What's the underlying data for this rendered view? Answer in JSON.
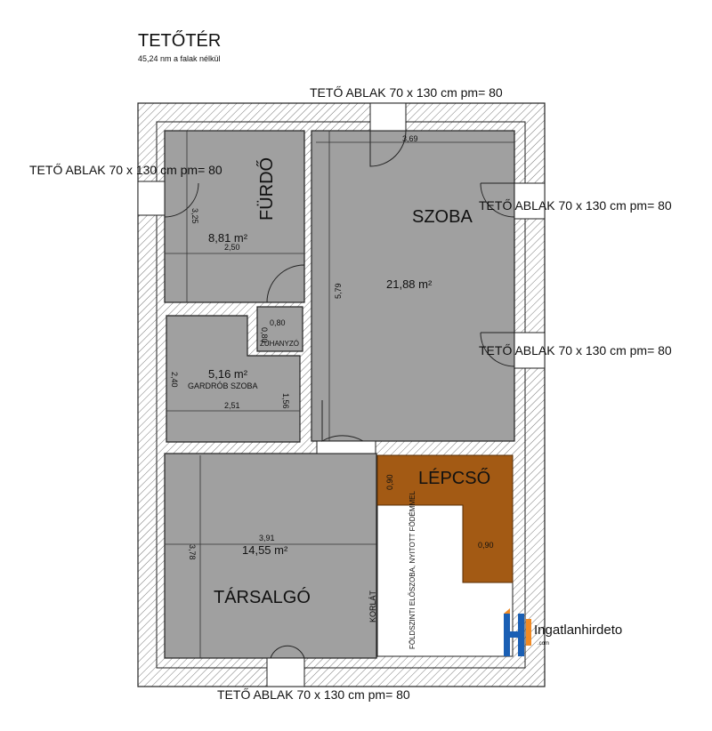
{
  "title": "TETŐTÉR",
  "subtitle": "45,24 nm a falak nélkül",
  "windows": {
    "top": "TETŐ ABLAK 70 x 130 cm pm= 80",
    "left": "TETŐ ABLAK 70 x 130 cm pm= 80",
    "right_upper": "TETŐ ABLAK 70 x 130 cm pm= 80",
    "right_lower": "TETŐ ABLAK 70 x 130 cm pm= 80",
    "bottom": "TETŐ ABLAK 70 x 130 cm pm= 80"
  },
  "rooms": {
    "furdo": {
      "name": "FÜRDŐ",
      "area": "8,81 m²",
      "dim_w": "2,50",
      "dim_h": "3,25"
    },
    "szoba": {
      "name": "SZOBA",
      "area": "21,88 m²",
      "dim_w": "3,69",
      "dim_h": "5,79"
    },
    "gardrob": {
      "name": "GARDRÓB SZOBA",
      "area": "5,16 m²",
      "dim_w": "2,51",
      "dim_h": "2,40",
      "dim_h2": "1,56"
    },
    "zuhanyzo": {
      "name": "ZUHANYZÓ",
      "dim_w": "0,80",
      "dim_h": "0,80"
    },
    "tarsalgo": {
      "name": "TÁRSALGÓ",
      "area": "14,55 m²",
      "dim_w": "3,91",
      "dim_h": "3,78"
    },
    "lepcso": {
      "name": "LÉPCSŐ",
      "dim_a": "0,90",
      "dim_b": "0,90"
    }
  },
  "notes": {
    "korlat": "KORLÁT",
    "void": "FÖLDSZINTI ELŐSZOBA, NYITOTT FÖDÉMMEL"
  },
  "logo": {
    "text": "Ingatlanhirdeto",
    "sub": ".com"
  }
}
